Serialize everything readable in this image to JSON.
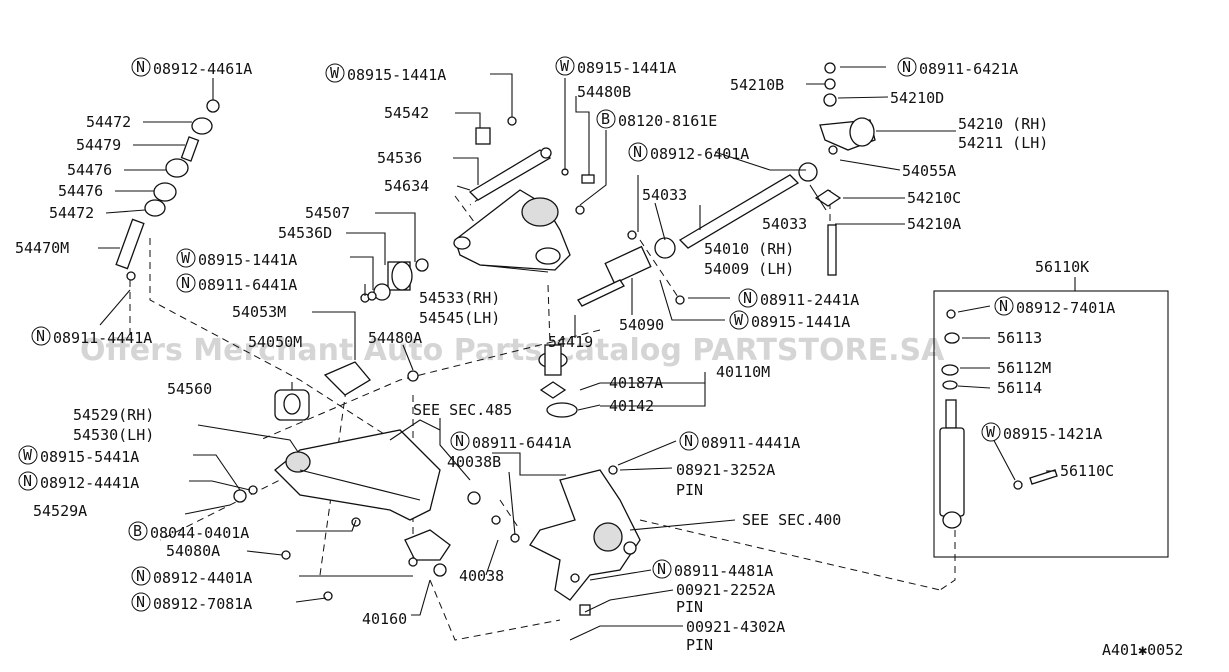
{
  "diagram": {
    "code": "A401✱0052",
    "watermark": "Offers Merchant Auto Parts Catalog PARTSTORE.SA",
    "inset_title": "56110K",
    "labels": [
      {
        "id": "l1",
        "prefix": "N",
        "text": "08912-4461A"
      },
      {
        "id": "l2",
        "prefix": "W",
        "text": "08915-1441A"
      },
      {
        "id": "l3",
        "prefix": "W",
        "text": "08915-1441A"
      },
      {
        "id": "l4",
        "prefix": "N",
        "text": "08911-6421A"
      },
      {
        "id": "l5",
        "prefix": "",
        "text": "54210B"
      },
      {
        "id": "l6",
        "prefix": "",
        "text": "54210D"
      },
      {
        "id": "l7",
        "prefix": "",
        "text": "54480B"
      },
      {
        "id": "l8",
        "prefix": "B",
        "text": "08120-8161E"
      },
      {
        "id": "l9",
        "prefix": "",
        "text": "54472"
      },
      {
        "id": "l10",
        "prefix": "",
        "text": "54542"
      },
      {
        "id": "l11",
        "prefix": "",
        "text": "54210 (RH)"
      },
      {
        "id": "l12",
        "prefix": "",
        "text": "54211 (LH)"
      },
      {
        "id": "l13",
        "prefix": "",
        "text": "54479"
      },
      {
        "id": "l14",
        "prefix": "N",
        "text": "08912-6401A"
      },
      {
        "id": "l15",
        "prefix": "",
        "text": "54536"
      },
      {
        "id": "l16",
        "prefix": "",
        "text": "54476"
      },
      {
        "id": "l17",
        "prefix": "",
        "text": "54055A"
      },
      {
        "id": "l18",
        "prefix": "",
        "text": "54476"
      },
      {
        "id": "l19",
        "prefix": "",
        "text": "54634"
      },
      {
        "id": "l20",
        "prefix": "",
        "text": "54033"
      },
      {
        "id": "l21",
        "prefix": "",
        "text": "54210C"
      },
      {
        "id": "l22",
        "prefix": "",
        "text": "54472"
      },
      {
        "id": "l23",
        "prefix": "",
        "text": "54507"
      },
      {
        "id": "l24",
        "prefix": "",
        "text": "54033"
      },
      {
        "id": "l25",
        "prefix": "",
        "text": "54210A"
      },
      {
        "id": "l26",
        "prefix": "",
        "text": "54536D"
      },
      {
        "id": "l27",
        "prefix": "",
        "text": "54470M"
      },
      {
        "id": "l28",
        "prefix": "W",
        "text": "08915-1441A"
      },
      {
        "id": "l29",
        "prefix": "",
        "text": "54010 (RH)"
      },
      {
        "id": "l30",
        "prefix": "",
        "text": "54009 (LH)"
      },
      {
        "id": "l31",
        "prefix": "N",
        "text": "08911-6441A"
      },
      {
        "id": "l32",
        "prefix": "",
        "text": "54533(RH)"
      },
      {
        "id": "l33",
        "prefix": "",
        "text": "54545(LH)"
      },
      {
        "id": "l34",
        "prefix": "N",
        "text": "08911-2441A"
      },
      {
        "id": "l35",
        "prefix": "N",
        "text": "08912-7401A"
      },
      {
        "id": "l36",
        "prefix": "",
        "text": "54053M"
      },
      {
        "id": "l37",
        "prefix": "W",
        "text": "08915-1441A"
      },
      {
        "id": "l38",
        "prefix": "",
        "text": "54090"
      },
      {
        "id": "l39",
        "prefix": "N",
        "text": "08911-4441A"
      },
      {
        "id": "l40",
        "prefix": "",
        "text": "56113"
      },
      {
        "id": "l41",
        "prefix": "",
        "text": "54050M"
      },
      {
        "id": "l42",
        "prefix": "",
        "text": "54480A"
      },
      {
        "id": "l43",
        "prefix": "",
        "text": "54419"
      },
      {
        "id": "l44",
        "prefix": "",
        "text": "40110M"
      },
      {
        "id": "l45",
        "prefix": "",
        "text": "56112M"
      },
      {
        "id": "l46",
        "prefix": "",
        "text": "54560"
      },
      {
        "id": "l47",
        "prefix": "",
        "text": "40187A"
      },
      {
        "id": "l48",
        "prefix": "",
        "text": "56114"
      },
      {
        "id": "l49",
        "prefix": "",
        "text": "SEE SEC.485"
      },
      {
        "id": "l50",
        "prefix": "",
        "text": "40142"
      },
      {
        "id": "l51",
        "prefix": "",
        "text": "54529(RH)"
      },
      {
        "id": "l52",
        "prefix": "",
        "text": "54530(LH)"
      },
      {
        "id": "l53",
        "prefix": "W",
        "text": "08915-1421A"
      },
      {
        "id": "l54",
        "prefix": "N",
        "text": "08911-6441A"
      },
      {
        "id": "l55",
        "prefix": "N",
        "text": "08911-4441A"
      },
      {
        "id": "l56",
        "prefix": "W",
        "text": "08915-5441A"
      },
      {
        "id": "l57",
        "prefix": "",
        "text": "40038B"
      },
      {
        "id": "l58",
        "prefix": "",
        "text": "08921-3252A"
      },
      {
        "id": "l59",
        "prefix": "",
        "text": "56110C"
      },
      {
        "id": "l60",
        "prefix": "N",
        "text": "08912-4441A"
      },
      {
        "id": "l61",
        "prefix": "",
        "text": "PIN"
      },
      {
        "id": "l62",
        "prefix": "",
        "text": "54529A"
      },
      {
        "id": "l63",
        "prefix": "",
        "text": "SEE SEC.400"
      },
      {
        "id": "l64",
        "prefix": "B",
        "text": "08044-0401A"
      },
      {
        "id": "l65",
        "prefix": "",
        "text": "54080A"
      },
      {
        "id": "l66",
        "prefix": "N",
        "text": "08911-4481A"
      },
      {
        "id": "l67",
        "prefix": "N",
        "text": "08912-4401A"
      },
      {
        "id": "l68",
        "prefix": "",
        "text": "40038"
      },
      {
        "id": "l69",
        "prefix": "",
        "text": "00921-2252A"
      },
      {
        "id": "l70",
        "prefix": "",
        "text": "PIN"
      },
      {
        "id": "l71",
        "prefix": "N",
        "text": "08912-7081A"
      },
      {
        "id": "l72",
        "prefix": "",
        "text": "40160"
      },
      {
        "id": "l73",
        "prefix": "",
        "text": "00921-4302A"
      },
      {
        "id": "l74",
        "prefix": "",
        "text": "PIN"
      }
    ]
  }
}
